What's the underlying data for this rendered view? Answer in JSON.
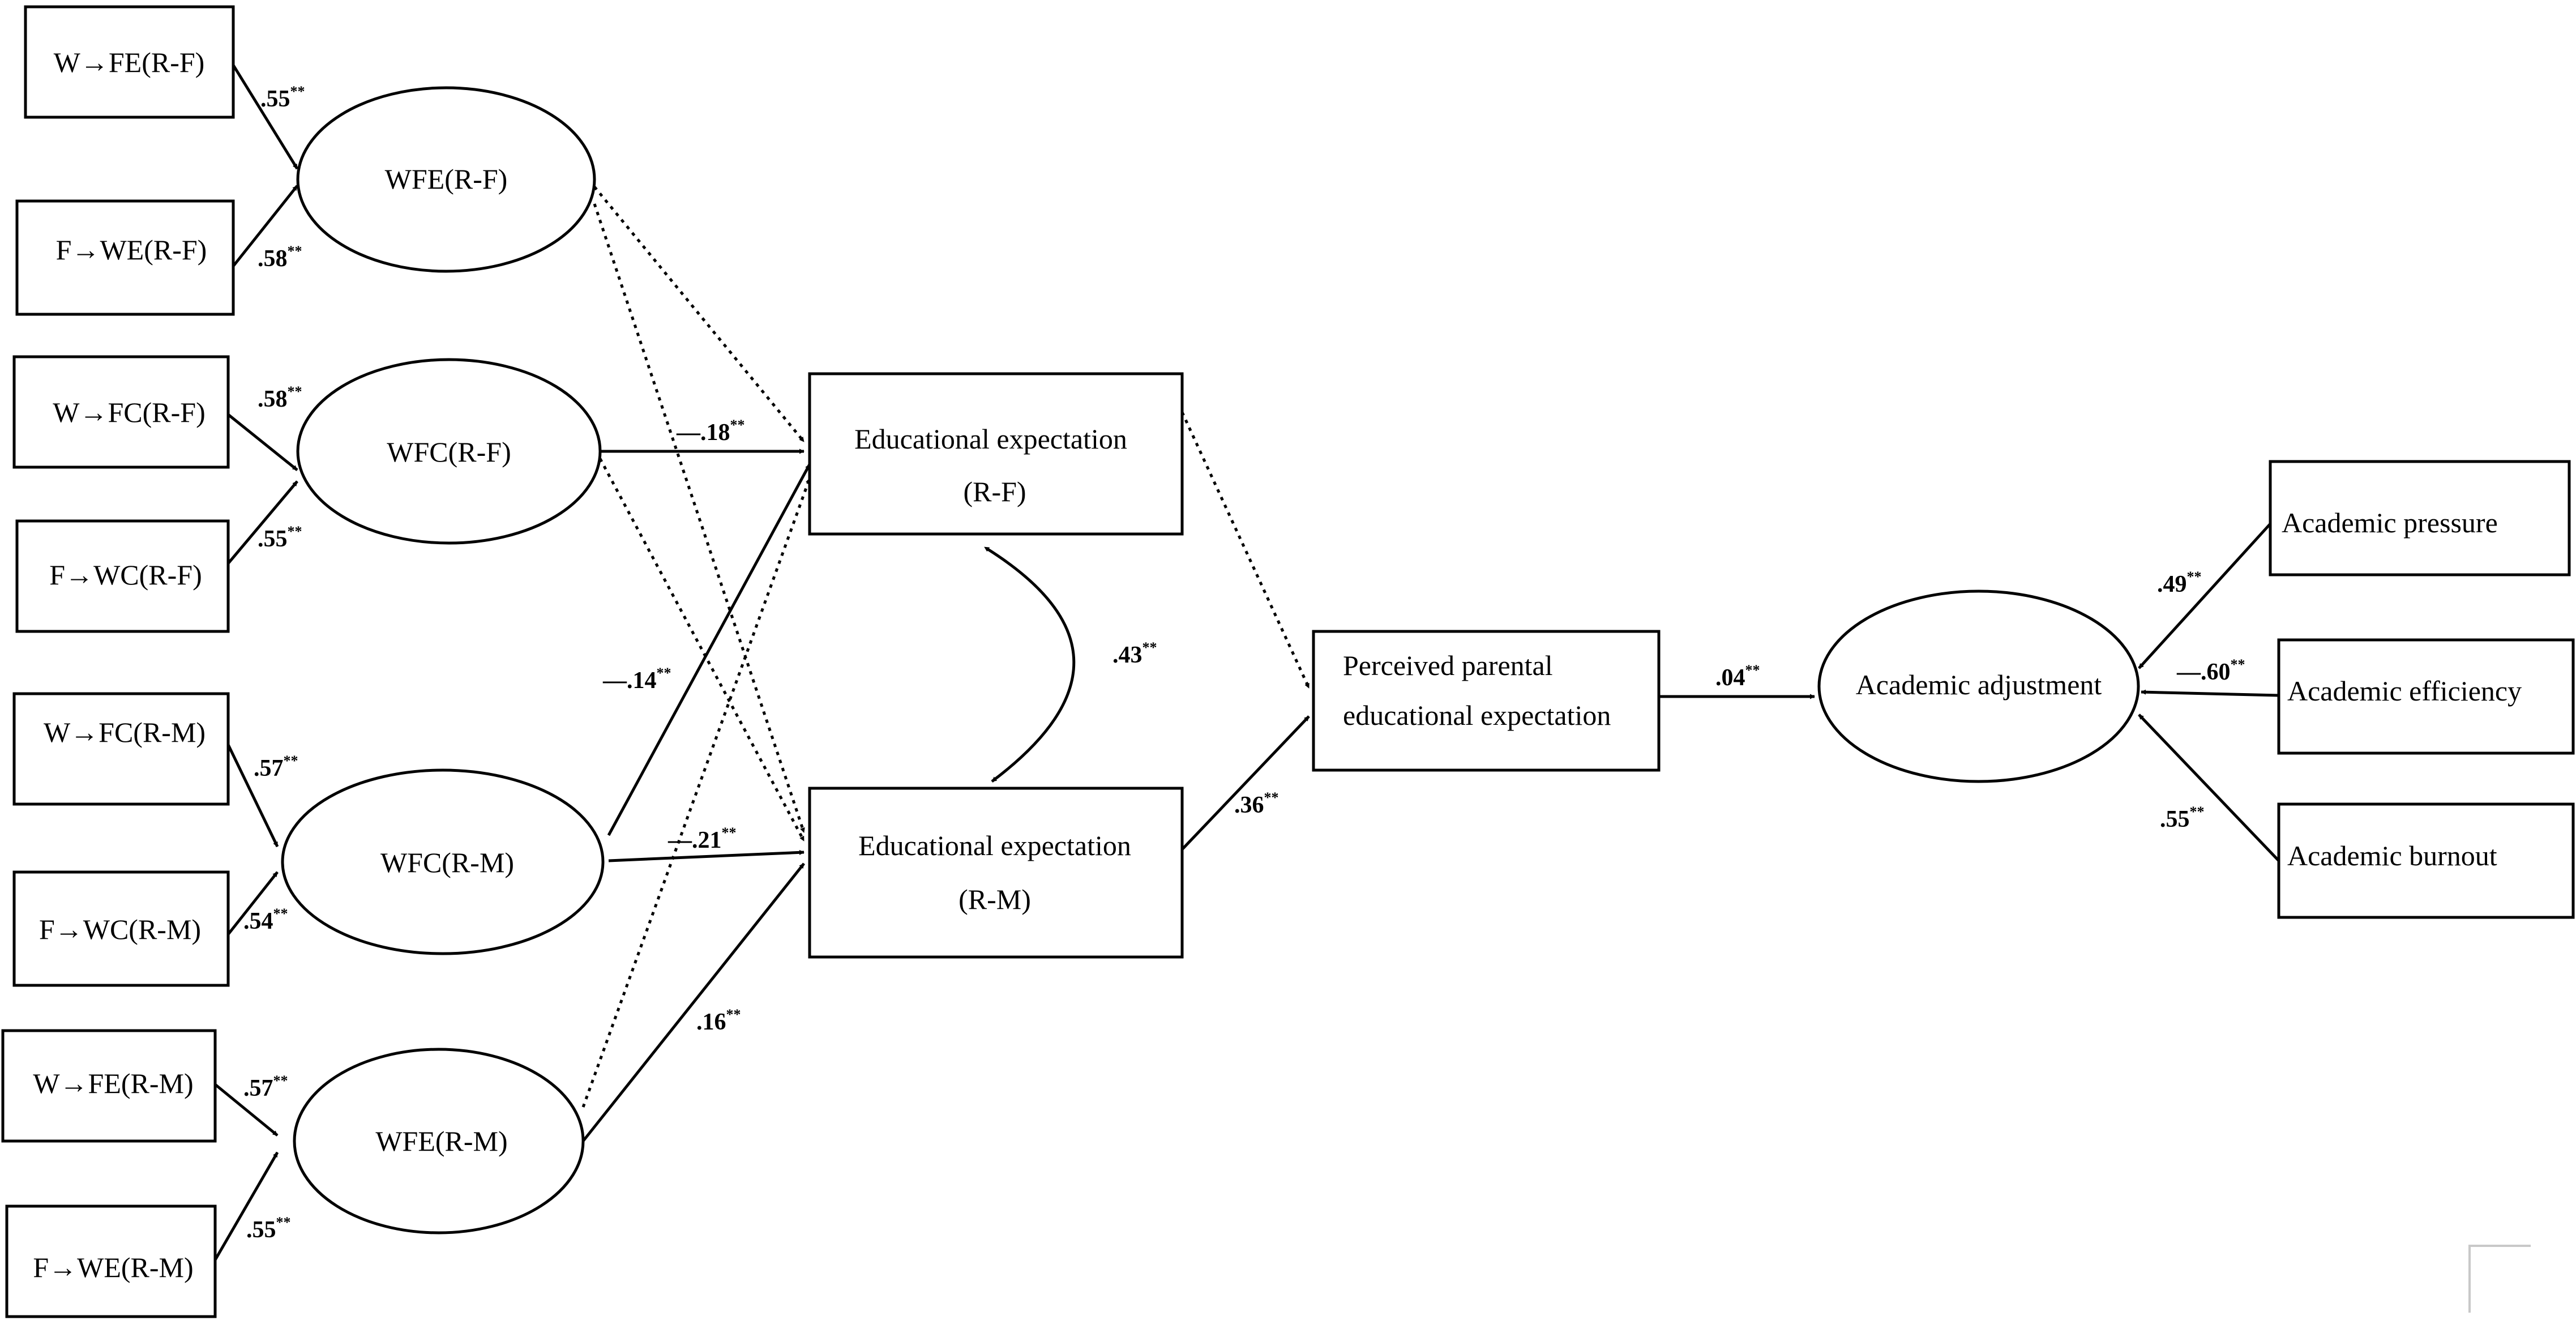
{
  "nodes": {
    "w_fe_rf": "W→FE(R-F)",
    "f_we_rf": "F→WE(R-F)",
    "w_fc_rf": "W→FC(R-F)",
    "f_wc_rf": "F→WC(R-F)",
    "w_fc_rm": "W→FC(R-M)",
    "f_wc_rm": "F→WC(R-M)",
    "w_fe_rm": "W→FE(R-M)",
    "f_we_rm": "F→WE(R-M)",
    "wfe_rf": "WFE(R-F)",
    "wfc_rf": "WFC(R-F)",
    "wfc_rm": "WFC(R-M)",
    "wfe_rm": "WFE(R-M)",
    "edu_rf_l1": "Educational expectation",
    "edu_rf_l2": "(R-F)",
    "edu_rm_l1": "Educational expectation",
    "edu_rm_l2": "(R-M)",
    "ppee_l1": "Perceived parental",
    "ppee_l2": "educational expectation",
    "academic_adjustment": "Academic adjustment",
    "academic_pressure": "Academic pressure",
    "academic_efficiency": "Academic efficiency",
    "academic_burnout": "Academic burnout"
  },
  "coefficients": {
    "w_fe_rf": ".55",
    "f_we_rf": ".58",
    "w_fc_rf": ".58",
    "f_wc_rf": ".55",
    "w_fc_rm": ".57",
    "f_wc_rm": ".54",
    "w_fe_rm": ".57",
    "f_we_rm": ".55",
    "wfc_rf_to_edu_rf": "—.18",
    "wfc_rm_to_edu_rf": "—.14",
    "wfc_rm_to_edu_rm": "—.21",
    "wfe_rm_to_edu_rm": ".16",
    "edu_covariance": ".43",
    "edu_rm_to_ppee": ".36",
    "ppee_to_adjustment": ".04",
    "pressure": ".49",
    "efficiency": "—.60",
    "burnout": ".55",
    "significance": "**"
  }
}
